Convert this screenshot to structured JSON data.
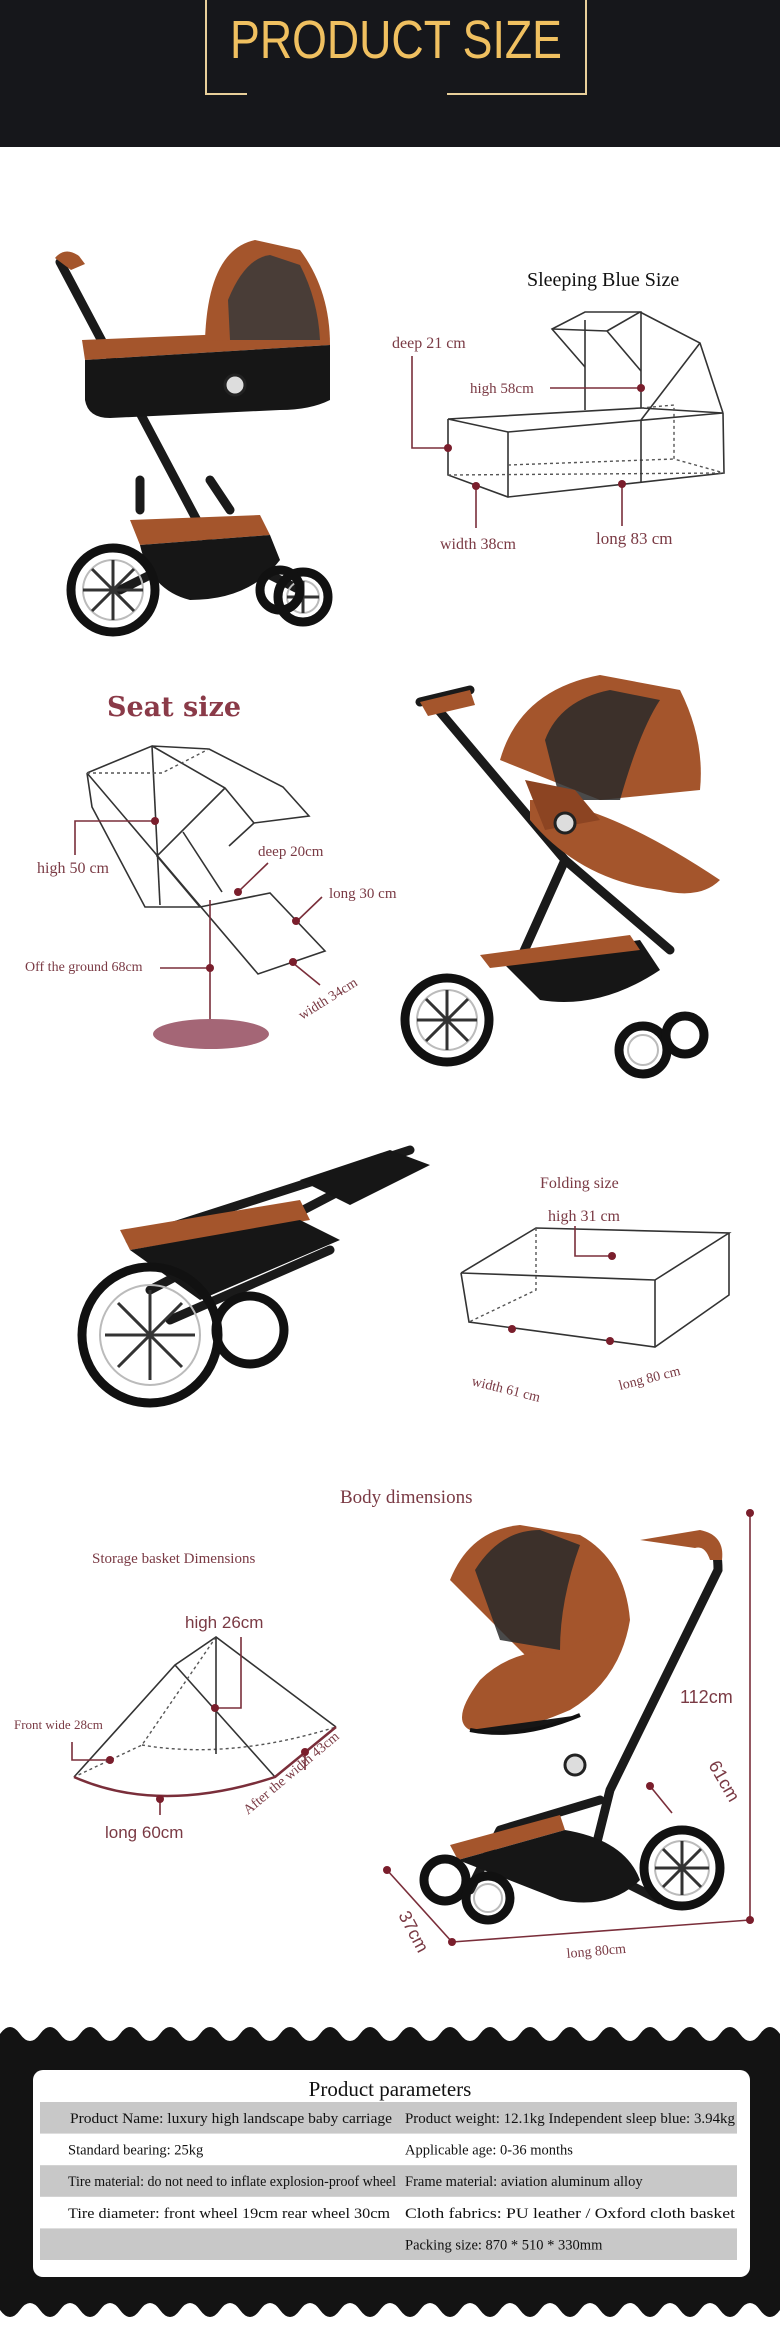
{
  "header": {
    "title": "PRODUCT SIZE",
    "title_color": "#f0c060",
    "background": "#16171b"
  },
  "sleeping": {
    "title": "Sleeping Blue Size",
    "deep": "deep 21 cm",
    "high": "high 58cm",
    "width": "width 38cm",
    "long": "long 83 cm"
  },
  "seat": {
    "title": "Seat size",
    "high": "high 50 cm",
    "deep": "deep 20cm",
    "long": "long 30 cm",
    "ground": "Off the ground 68cm",
    "width": "width 34cm"
  },
  "folding": {
    "title": "Folding size",
    "high": "high 31 cm",
    "width": "width 61 cm",
    "long": "long 80 cm"
  },
  "body": {
    "title": "Body dimensions",
    "height": "112cm",
    "depth": "61cm",
    "width": "37cm",
    "long": "long 80cm"
  },
  "basket": {
    "title": "Storage basket Dimensions",
    "high": "high 26cm",
    "front": "Front wide 28cm",
    "long": "long 60cm",
    "after": "After the width 43cm"
  },
  "params": {
    "title": "Product parameters",
    "rows": [
      [
        "Product Name: luxury high landscape baby carriage",
        "Product weight: 12.1kg Independent sleep blue: 3.94kg"
      ],
      [
        "Standard bearing: 25kg",
        "Applicable age: 0-36 months"
      ],
      [
        "Tire material: do not need to inflate explosion-proof wheel",
        "Frame material: aviation aluminum alloy"
      ],
      [
        "Tire diameter: front wheel 19cm rear wheel 30cm",
        "Cloth fabrics: PU leather / Oxford cloth basket"
      ],
      [
        "",
        "Packing size: 870 * 510 * 330mm"
      ]
    ]
  },
  "colors": {
    "accent_label": "#7a3a44",
    "leather": "#a4552c",
    "row_gray": "#c8c8c8"
  }
}
